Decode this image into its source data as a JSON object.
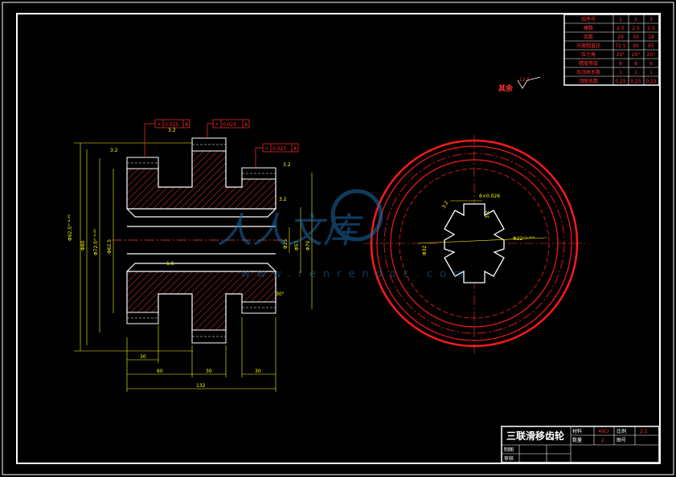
{
  "param_table": {
    "rows": [
      {
        "label": "齿序号",
        "values": [
          "1",
          "2",
          "3"
        ]
      },
      {
        "label": "模数",
        "values": [
          "2.5",
          "2.5",
          "2.5"
        ]
      },
      {
        "label": "齿数",
        "values": [
          "29",
          "30",
          "28"
        ]
      },
      {
        "label": "分度圆直径",
        "values": [
          "72.5",
          "90",
          "65"
        ]
      },
      {
        "label": "压力角",
        "values": [
          "20°",
          "20°",
          "20°"
        ]
      },
      {
        "label": "精度等级",
        "values": [
          "8",
          "8",
          "8"
        ]
      },
      {
        "label": "齿顶高系数",
        "values": [
          "1",
          "1",
          "1"
        ]
      },
      {
        "label": "顶隙系数",
        "values": [
          "0.25",
          "0.25",
          "0.25"
        ]
      }
    ]
  },
  "roughness": {
    "rest_label": "其余",
    "rest_value": "12.5"
  },
  "tolerance_frames": [
    {
      "symbol": "↗",
      "value": "0.025",
      "datum": "A"
    },
    {
      "symbol": "↗",
      "value": "0.025",
      "datum": "A"
    },
    {
      "symbol": "↗",
      "value": "0.025",
      "datum": "A"
    }
  ],
  "section_view": {
    "dims_vertical_left": [
      "Φ92.5⁰⁻⁰·⁰⁹",
      "Φ80",
      "Φ72.5⁰⁻⁰·⁰⁹",
      "Φ62.5"
    ],
    "dims_vertical_right": [
      "Φ25",
      "Φ57",
      "Φ70"
    ],
    "roughness_marks": [
      "3.2",
      "3.2",
      "3.2",
      "1.6",
      "3.2"
    ],
    "chamfer": "30°",
    "dims_horizontal": [
      "30",
      "60",
      "30",
      "30",
      "132"
    ]
  },
  "end_view": {
    "keyway_label": "6×0.026",
    "labels": [
      "3.2",
      "3.2",
      "Φ32",
      "Φ22⁺⁰·⁰²³"
    ]
  },
  "title_block": {
    "title": "三联滑移齿轮",
    "material_label": "材料",
    "material": "40Cr",
    "scale_label": "比例",
    "scale": "2:1",
    "qty_label": "数量",
    "qty": "2",
    "drawing_no_label": "图号",
    "drawer_label": "制图",
    "checker_label": "审核"
  },
  "watermark": {
    "text": "人人文库",
    "url": "www.renrendoc.com"
  }
}
